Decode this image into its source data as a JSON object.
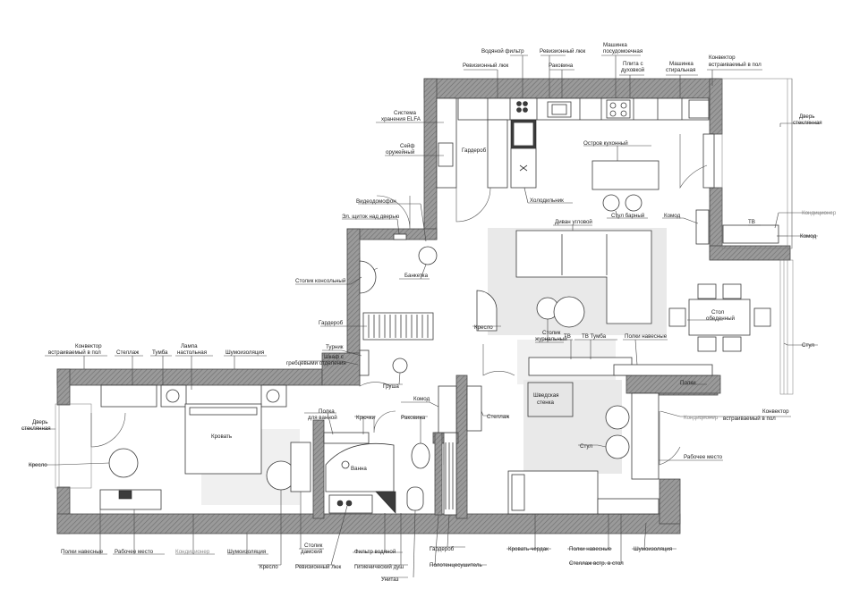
{
  "labels": {
    "water_filter": "Водяной фильтр",
    "revision_hatch_top": "Ревизионный люк",
    "dishwasher_l1": "Машинка",
    "dishwasher_l2": "посудомоечная",
    "revision_hatch_left": "Ревизионный люк",
    "sink_kitchen": "Раковина",
    "stove_l1": "Плита с",
    "stove_l2": "духовкой",
    "washer_l1": "Машинка",
    "washer_l2": "стиральная",
    "convector_top_l1": "Конвектор",
    "convector_top_l2": "встраиваемый в пол",
    "storage_l1": "Система",
    "storage_l2": "хранения ELFA",
    "safe_l1": "Сейф",
    "safe_l2": "оружейный",
    "wardrobe_hall": "Гардероб",
    "kitchen_island": "Остров кухонный",
    "fridge": "Холодильник",
    "glass_door_right_l1": "Дверь",
    "glass_door_right_l2": "стеклянная",
    "intercom": "Видеодомофон",
    "panel": "Эл. щиток над дверью",
    "bar_stool": "Стул барный",
    "corner_sofa": "Диван угловой",
    "dresser_right": "Комод",
    "tv_right": "ТВ",
    "aircon_right": "Кондиционер",
    "dresser_right2": "Комод",
    "console_table": "Столик консольный",
    "banquette": "Банкетка",
    "armchair_living": "Кресло",
    "coffee_table_l1": "Столик",
    "coffee_table_l2": "журнальный",
    "dining_table_l1": "Стол",
    "dining_table_l2": "обеденный",
    "wardrobe_corridor": "Гардероб",
    "tv": "ТВ",
    "tv_stand": "ТВ Тумба",
    "wall_shelves": "Полки навесные",
    "chair_right": "Стул",
    "horizontal_bar": "Турник",
    "cabinet_l1": "Шкаф с",
    "cabinet_l2": "гребцевыми отделения",
    "pear_chair": "Груша",
    "shelves_right": "Полки",
    "convector_left_l1": "Конвектор",
    "convector_left_l2": "встраиваемый в пол",
    "rack": "Стеллаж",
    "nightstand": "Тумба",
    "lamp_l1": "Лампа",
    "lamp_l2": "настольная",
    "soundproof_top": "Шумоизоляция",
    "dresser_bath": "Комод",
    "shelf_bath_l1": "Полка",
    "shelf_bath_l2": "для ванной",
    "hooks": "Крючки",
    "sink_bath": "Раковина",
    "rack_kids": "Стеллаж",
    "swedish_wall_l1": "Шведская",
    "swedish_wall_l2": "стенка",
    "aircon_kids": "Кондиционер",
    "convector_right_l1": "Конвектор",
    "convector_right_l2": "встраиваемый в пол",
    "glass_door_left_l1": "Дверь",
    "glass_door_left_l2": "стеклянная",
    "bed": "Кровать",
    "bath": "Ванна",
    "chair_kids": "Стул",
    "workplace_right": "Рабочее место",
    "armchair_bedroom": "Кресло",
    "shelves_bottom_left": "Полки навесные",
    "workplace_bottom": "Рабочее место",
    "aircon_bottom": "Кондиционер",
    "soundproof_bottom_left": "Шумоизоляция",
    "armchair_bottom": "Кресло",
    "ladies_table_l1": "Столик",
    "ladies_table_l2": "дамский",
    "revision_hatch_bottom": "Ревизионный люк",
    "water_filter_bottom": "Фильтр водяной",
    "hygienic_shower": "Гигиенический душ",
    "toilet": "Унитаз",
    "wardrobe_kids": "Гардероб",
    "towel_dryer": "Полотенцесушитель",
    "loft_bed": "Кровать-чердак",
    "shelves_bottom_right": "Полки навесные",
    "rack_desk": "Стеллаж встр. в стол",
    "soundproof_bottom_right": "Шумоизоляция"
  }
}
